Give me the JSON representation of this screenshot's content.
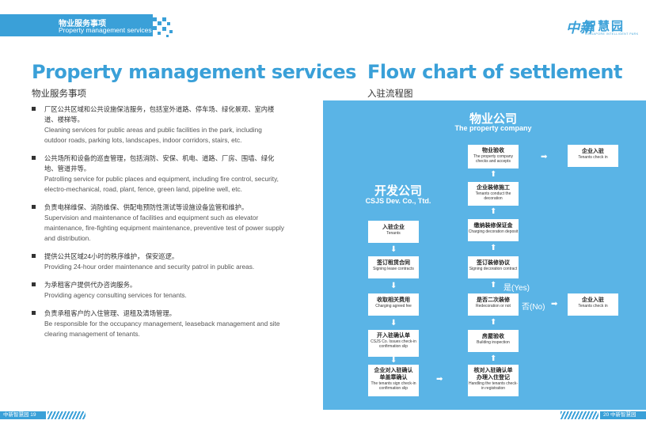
{
  "header": {
    "section_zh": "物业服务事项",
    "section_en": "Property management services"
  },
  "logo": {
    "mark": "中新",
    "name": "智慧园",
    "tagline": "SINGAPORE INTELLIGENT PARK"
  },
  "left": {
    "title": "Property management services",
    "subtitle": "物业服务事项",
    "items": [
      {
        "zh": "厂区公共区域和公共设施保洁服务，包括室外道路、停车场、绿化景观、室内楼道、楼梯等。",
        "en": "Cleaning services for public areas and public facilities in the park, including outdoor roads, parking lots, landscapes, indoor corridors, stairs, etc."
      },
      {
        "zh": "公共场所和设备的巡查管理，包括消防、安保、机电、道路、厂房、围墙、绿化地、管道井等。",
        "en": "Patrolling service for public places and equipment, including fire control, security, electro-mechanical, road, plant, fence, green land, pipeline well, etc."
      },
      {
        "zh": "负责电梯维保、消防维保、供配电预防性测试等设施设备监管和维护。",
        "en": "Supervision and maintenance of facilities and equipment such as elevator maintenance, fire-fighting equipment maintenance, preventive test of power supply and distribution."
      },
      {
        "zh": "提供公共区域24小时的秩序维护， 保安巡逻。",
        "en": "Providing 24-hour order maintenance and security patrol in public areas."
      },
      {
        "zh": "为承租客户提供代办咨询服务。",
        "en": "Providing agency consulting services for tenants."
      },
      {
        "zh": "负责承租客户的入住管理、退租及清场管理。",
        "en": "Be responsible for the occupancy management, leaseback management and site clearing management of tenants."
      }
    ]
  },
  "right": {
    "title": "Flow chart of settlement",
    "subtitle": "入驻流程图",
    "property_company": {
      "zh": "物业公司",
      "en": "The property company"
    },
    "developer": {
      "zh": "开发公司",
      "en": "CSJS Dev. Co., Ttd."
    },
    "boxes": {
      "acceptance": {
        "zh": "物业验收",
        "en": "The property company checks and accepts"
      },
      "checkin_top": {
        "zh": "企业入驻",
        "en": "Tenants check in"
      },
      "decoration": {
        "zh": "企业装修施工",
        "en": "Tenants conduct the decoration"
      },
      "deposit": {
        "zh": "缴纳装修保证金",
        "en": "Charging decoration deposit"
      },
      "decoration_agreement": {
        "zh": "签订装修协议",
        "en": "Signing decoration contract"
      },
      "redecoration": {
        "zh": "是否二次装修",
        "en": "Redecoration or not"
      },
      "checkin_no": {
        "zh": "企业入驻",
        "en": "Tenants check in"
      },
      "inspection": {
        "zh": "房屋验收",
        "en": "Building inspection"
      },
      "registration": {
        "zh": "核对入驻确认单办理入住登记",
        "en": "Handling the tenants check-in registration"
      },
      "tenants": {
        "zh": "入驻企业",
        "en": "Tenants"
      },
      "lease": {
        "zh": "签订租赁合同",
        "en": "Signing lease contracts"
      },
      "fee": {
        "zh": "收取相关费用",
        "en": "Charging agreed fee"
      },
      "issue_slip": {
        "zh": "开入驻确认单",
        "en": "CSJS Co. Issues check-in confirmation slip"
      },
      "stamp": {
        "zh": "企业对入驻确认单盖章确认",
        "en": "The tenants sign check-in confirmation slip"
      }
    },
    "yes_label": "是(Yes)",
    "no_label": "否(No)"
  },
  "footer": {
    "left": "中新智慧园 19",
    "right": "20 中新智慧园"
  }
}
